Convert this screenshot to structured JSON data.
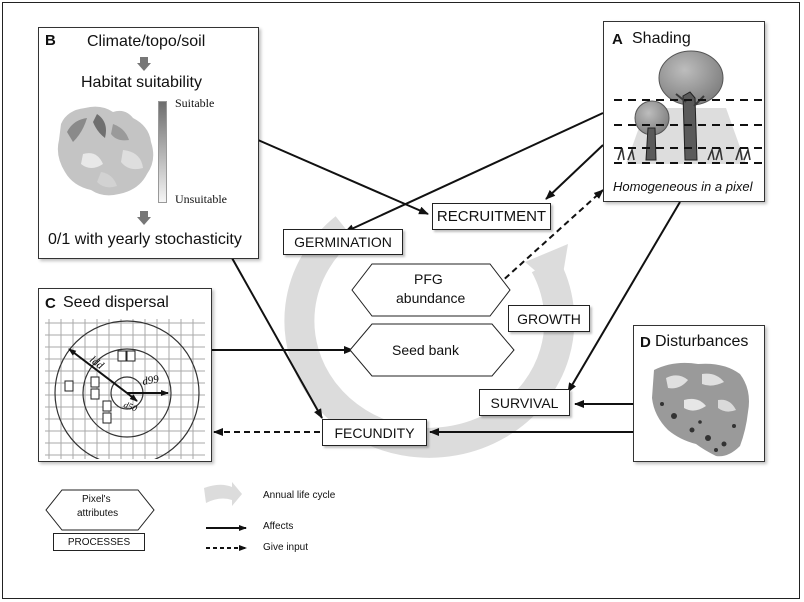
{
  "panels": {
    "habitat": {
      "letter": "B",
      "title": "Climate/topo/soil",
      "suitability": "Habitat suitability",
      "scale_top": "Suitable",
      "scale_bottom": "Unsuitable",
      "footer": "0/1 with yearly stochasticity"
    },
    "shading": {
      "letter": "A",
      "title": "Shading",
      "caption": "Homogeneous in a pixel"
    },
    "seed_dispersal": {
      "letter": "C",
      "title": "Seed dispersal",
      "labels": [
        "ldd",
        "d99",
        "d50"
      ]
    },
    "disturbances": {
      "letter": "D",
      "title": "Disturbances"
    }
  },
  "processes": {
    "recruitment": "RECRUITMENT",
    "germination": "GERMINATION",
    "growth": "GROWTH",
    "survival": "SURVIVAL",
    "fecundity": "FECUNDITY"
  },
  "attributes": {
    "pfg_abundance_line1": "PFG",
    "pfg_abundance_line2": "abundance",
    "seed_bank": "Seed bank"
  },
  "legend": {
    "attributes_line1": "Pixel's",
    "attributes_line2": "attributes",
    "processes": "PROCESSES",
    "cycle": "Annual life cycle",
    "affects": "Affects",
    "input": "Give input"
  },
  "colors": {
    "cycle_arrow": "#d9d9d9",
    "panel_border": "#333333",
    "arrow": "#111111"
  }
}
